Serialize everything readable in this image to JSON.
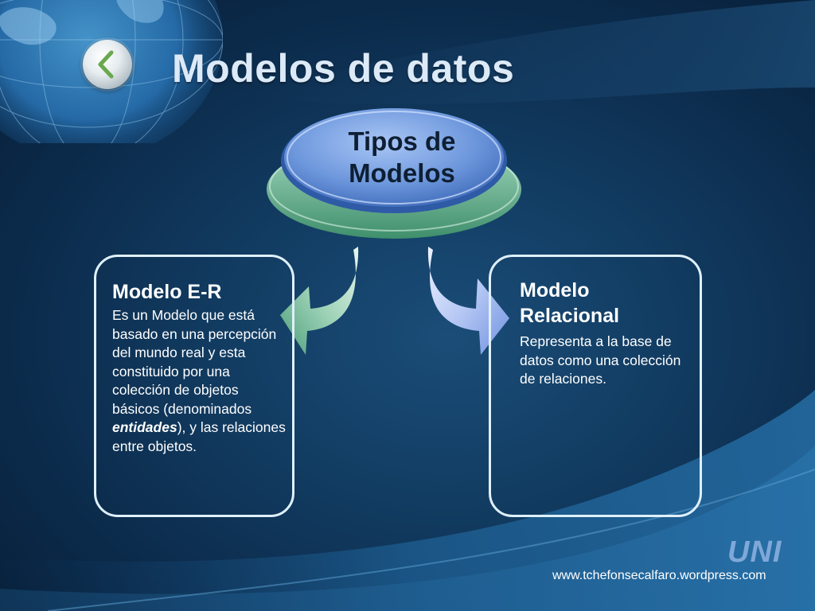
{
  "slide": {
    "title": "Modelos de datos",
    "back_icon": "chevron-left-icon"
  },
  "center": {
    "label": "Tipos de\nModelos",
    "colors": {
      "top": "#6d97dc",
      "base": "#6fb08f"
    }
  },
  "cards": {
    "left": {
      "title": "Modelo E-R",
      "body_before": "Es un Modelo que está basado en una percepción del mundo real y esta constituido por una colección de objetos básicos (denominados ",
      "body_emphasis": "entidades",
      "body_after": "), y las relaciones entre objetos."
    },
    "right": {
      "title": "Modelo Relacional",
      "body": "Representa a la base de datos como una colección de relaciones."
    }
  },
  "footer": {
    "logo": "UNI",
    "url": "www.tchefonsecalfaro.wordpress.com"
  },
  "colors": {
    "background": "#0b2a4a",
    "title": "#dce9f7",
    "card_border": "#dff0fb",
    "arrow_left": "#5fae8c",
    "arrow_right": "#7d9de6",
    "logo": "#7fa8d8"
  }
}
